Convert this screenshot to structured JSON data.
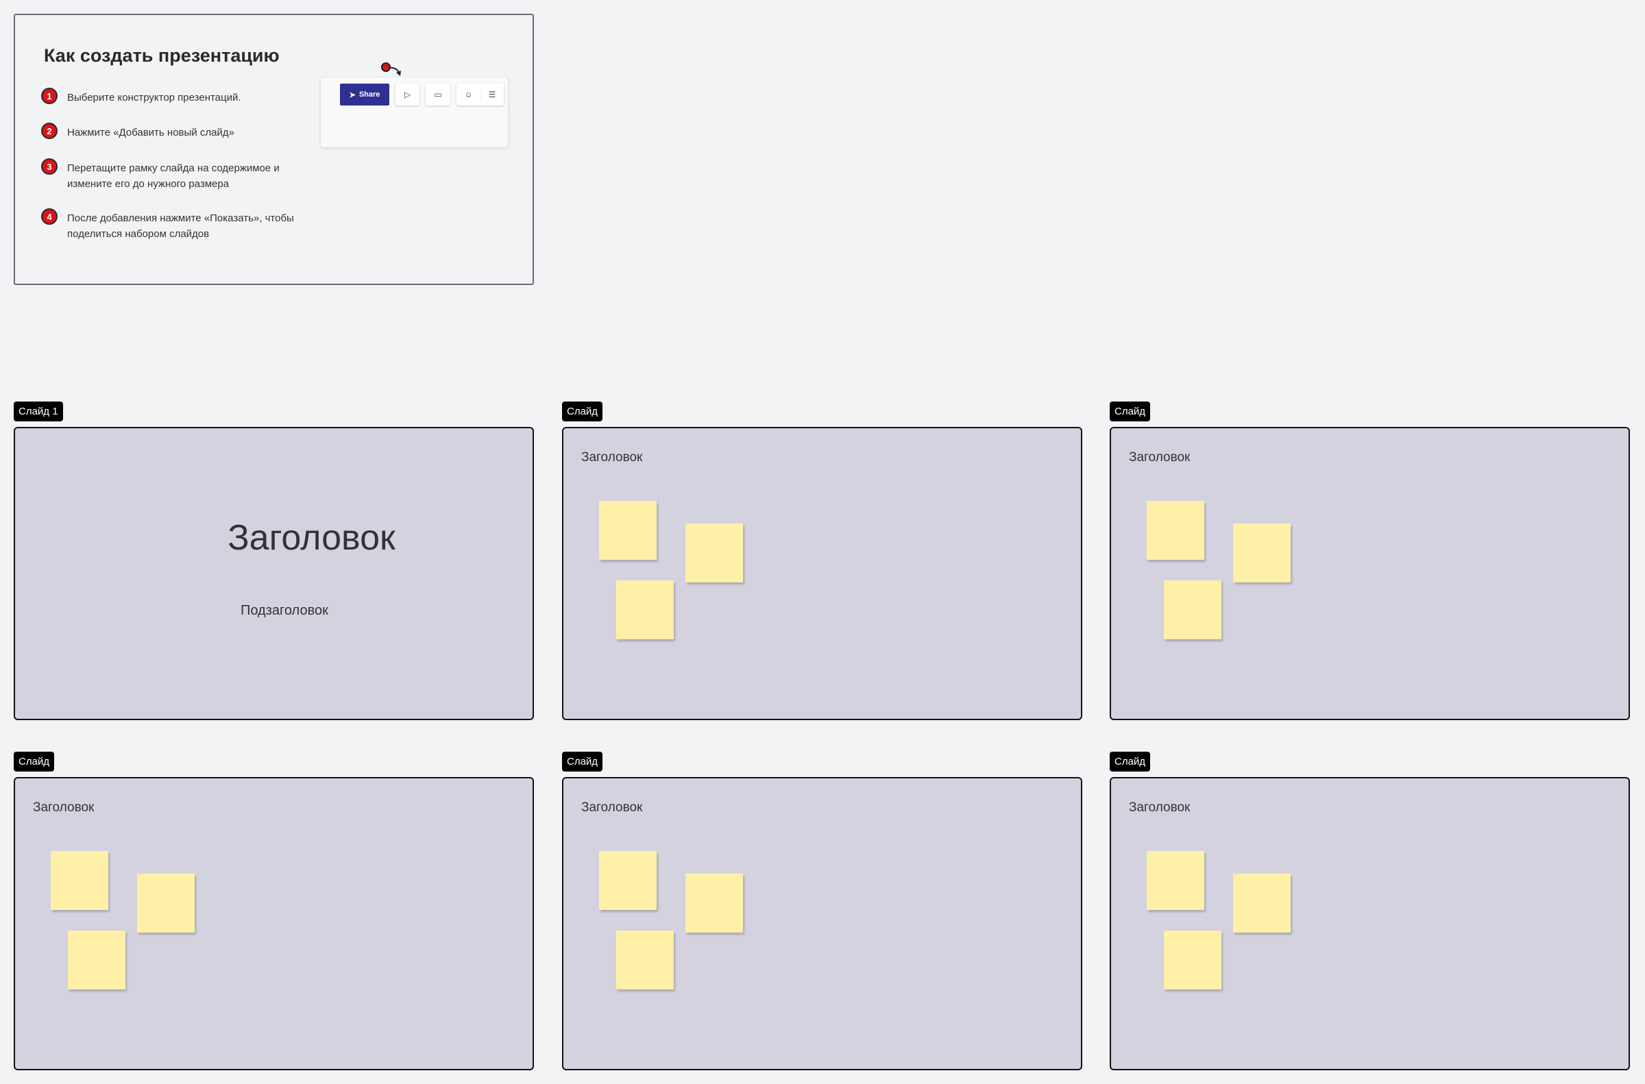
{
  "instructions": {
    "title": "Как создать презентацию",
    "steps": [
      {
        "num": "1",
        "text": "Выберите конструктор презентаций."
      },
      {
        "num": "2",
        "text": "Нажмите «Добавить новый слайд»"
      },
      {
        "num": "3",
        "text": "Перетащите рамку слайда на содержимое и измените его до нужного размера"
      },
      {
        "num": "4",
        "text": "После добавления нажмите «Показать», чтобы поделиться набором слайдов"
      }
    ],
    "toolbar": {
      "share_label": "Share",
      "icons": [
        "presentation-icon",
        "comment-icon",
        "people-icon",
        "notes-icon"
      ]
    }
  },
  "slides": [
    {
      "label": "Слайд 1",
      "title": "Заголовок",
      "subtitle": "Подзаголовок"
    },
    {
      "label": "Слайд",
      "title": "Заголовок"
    },
    {
      "label": "Слайд",
      "title": "Заголовок"
    },
    {
      "label": "Слайд",
      "title": "Заголовок"
    },
    {
      "label": "Слайд",
      "title": "Заголовок"
    },
    {
      "label": "Слайд",
      "title": "Заголовок"
    }
  ],
  "colors": {
    "accent": "#2e3192",
    "step": "#d8141c",
    "slide_bg": "#d5d2e0",
    "sticky": "#fff0a8"
  }
}
